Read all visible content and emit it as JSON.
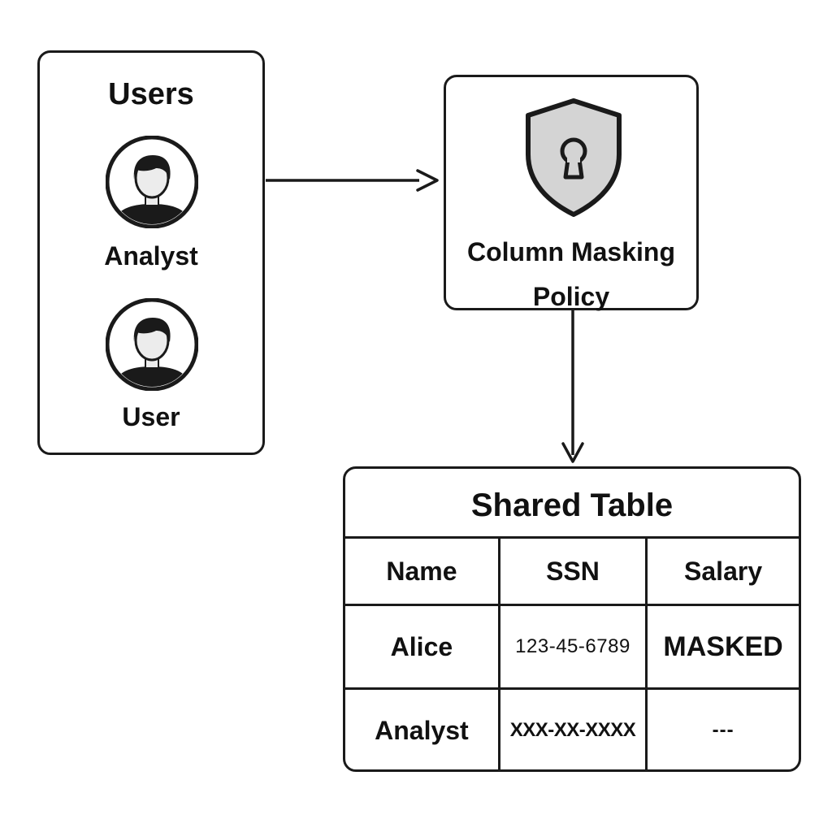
{
  "users_panel": {
    "title": "Users",
    "users": [
      {
        "label": "Analyst",
        "icon": "user-avatar-icon"
      },
      {
        "label": "User",
        "icon": "user-avatar-icon"
      }
    ]
  },
  "policy_panel": {
    "icon": "shield-keyhole-icon",
    "label_line1": "Column Masking",
    "label_line2": "Policy"
  },
  "shared_table": {
    "title": "Shared Table",
    "columns": [
      "Name",
      "SSN",
      "Salary"
    ],
    "rows": [
      [
        "Alice",
        "123-45-6789",
        "MASKED"
      ],
      [
        "Analyst",
        "XXX-XX-XXXX",
        "---"
      ]
    ]
  },
  "colors": {
    "stroke": "#1a1a1a",
    "shield_fill": "#d4d4d4",
    "face_fill": "#ececec",
    "background": "#ffffff"
  }
}
